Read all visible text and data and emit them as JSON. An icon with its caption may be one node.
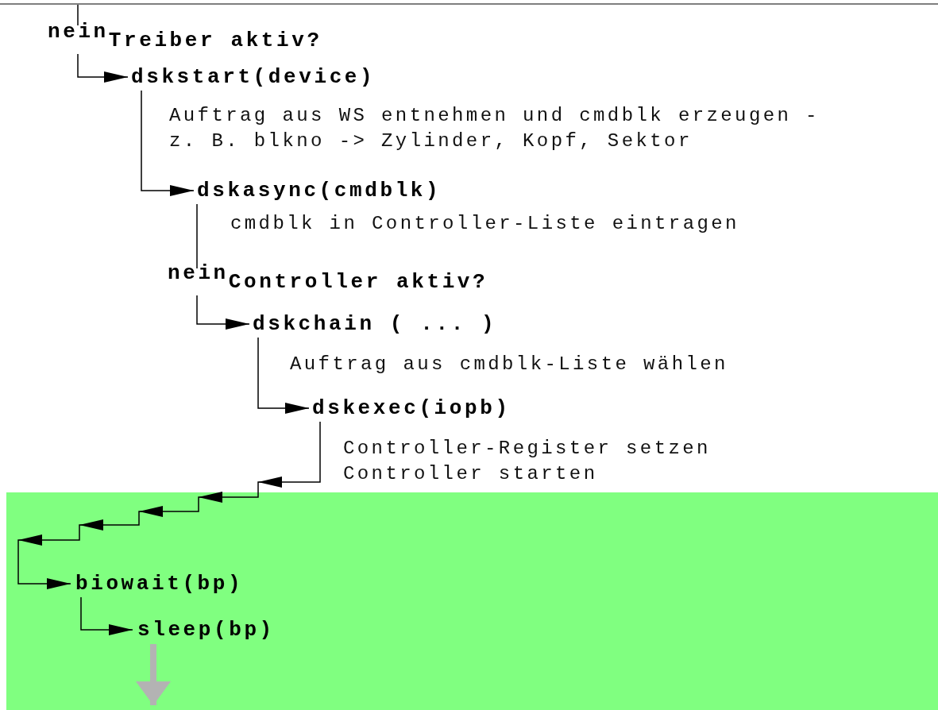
{
  "diagram": {
    "nodes": [
      {
        "text": [
          "Treiber aktiv?"
        ],
        "beside": [
          "nein"
        ]
      },
      {
        "text": [
          "dskstart(device)"
        ],
        "beside": [
          "Auftrag aus WS entnehmen und cmdblk erzeugen - z. B. blkno -> Zylinder, Kopf, Sektor"
        ]
      },
      {
        "text": [
          "dskasync(cmdblk)"
        ],
        "beside": [
          "cmdblk in Controller-Liste eintragen"
        ]
      },
      {
        "text": [
          "Controller aktiv?"
        ],
        "beside": [
          "nein"
        ]
      },
      {
        "text": [
          "dskchain ( ... )"
        ],
        "beside": [
          "Auftrag aus cmdblk-Liste wählen"
        ]
      },
      {
        "text": [
          "dskexec(iopb)"
        ],
        "beside": [
          "Controller-Register setzen Controller starten"
        ]
      },
      {
        "text": [],
        "shape": "band"
      },
      {
        "text": [
          "biowait(bp)"
        ],
        "in": 6
      },
      {
        "text": [
          "sleep(bp)"
        ],
        "in": 6
      }
    ],
    "edges": [
      {
        "from": null,
        "to": 0,
        "arrow": "none"
      },
      {
        "from": 0,
        "to": 1,
        "arrow": "to"
      },
      {
        "from": 1,
        "to": 2,
        "arrow": "to"
      },
      {
        "from": 2,
        "to": 3,
        "arrow": "none"
      },
      {
        "from": 3,
        "to": 4,
        "arrow": "to"
      },
      {
        "from": 4,
        "to": 5,
        "arrow": "to"
      },
      {
        "from": 5,
        "to": 7,
        "arrow": "to"
      },
      {
        "from": 7,
        "to": 8,
        "arrow": "to"
      },
      {
        "from": 8,
        "to": null,
        "arrow": "to",
        "style": "thick",
        "color": "#b3b3b3"
      }
    ]
  }
}
